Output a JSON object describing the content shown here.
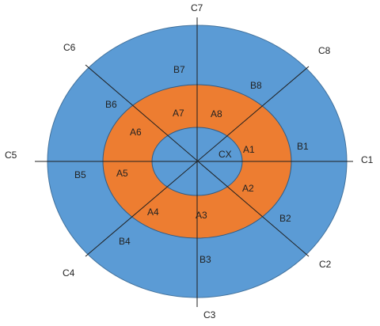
{
  "diagram": {
    "colors": {
      "outer_ring": "#5b9bd5",
      "middle_ring": "#ed7d31",
      "center": "#5b9bd5",
      "stroke": "#2e5b85",
      "divider": "#1f1f1f",
      "text": "#222222"
    },
    "outer_labels": {
      "c1": "C1",
      "c2": "C2",
      "c3": "C3",
      "c4": "C4",
      "c5": "C5",
      "c6": "C6",
      "c7": "C7",
      "c8": "C8"
    },
    "blue_ring_labels": {
      "b1": "B1",
      "b2": "B2",
      "b3": "B3",
      "b4": "B4",
      "b5": "B5",
      "b6": "B6",
      "b7": "B7",
      "b8": "B8"
    },
    "orange_ring_labels": {
      "a1": "A1",
      "a2": "A2",
      "a3": "A3",
      "a4": "A4",
      "a5": "A5",
      "a6": "A6",
      "a7": "A7",
      "a8": "A8"
    },
    "center_label": "CX"
  }
}
